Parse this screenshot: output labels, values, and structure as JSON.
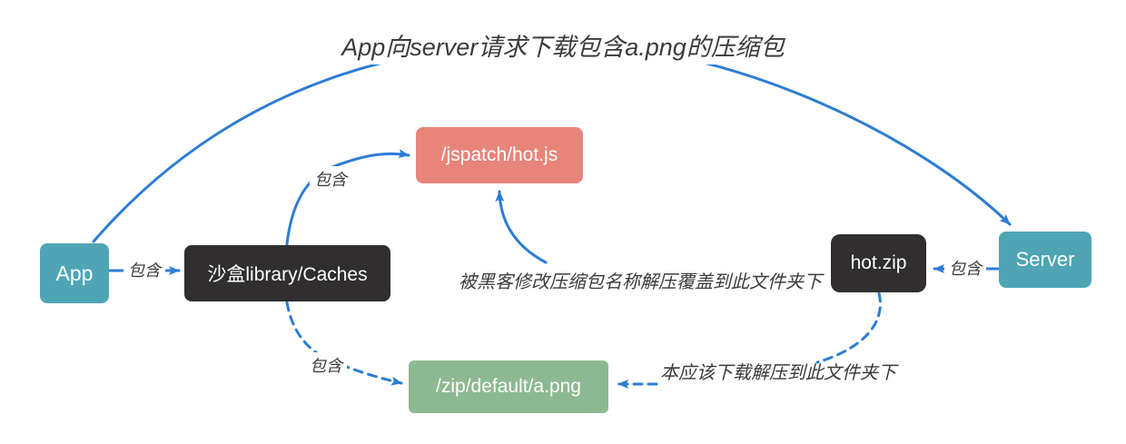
{
  "title": "App向server请求下载包含a.png的压缩包",
  "nodes": {
    "app": {
      "label": "App"
    },
    "sandbox": {
      "label": "沙盒library/Caches"
    },
    "jspatch": {
      "label": "/jspatch/hot.js"
    },
    "zip": {
      "label": "/zip/default/a.png"
    },
    "hotzip": {
      "label": "hot.zip"
    },
    "server": {
      "label": "Server"
    }
  },
  "edge_labels": {
    "app_sandbox": "包含",
    "sandbox_jspatch": "包含",
    "sandbox_zip": "包含",
    "server_hotzip": "包含"
  },
  "annotations": {
    "hacker_note": "被黑客修改压缩包名称解压覆盖到此文件夹下",
    "expected_note": "本应该下载解压到此文件夹下"
  },
  "colors": {
    "node_teal": "#4FA5B4",
    "node_dark": "#302E2F",
    "node_red": "#E8857B",
    "node_green": "#8DB992",
    "arrow_blue": "#2C7CD5",
    "text_dark": "#3B3B3B",
    "background": "#FFFFFF"
  }
}
